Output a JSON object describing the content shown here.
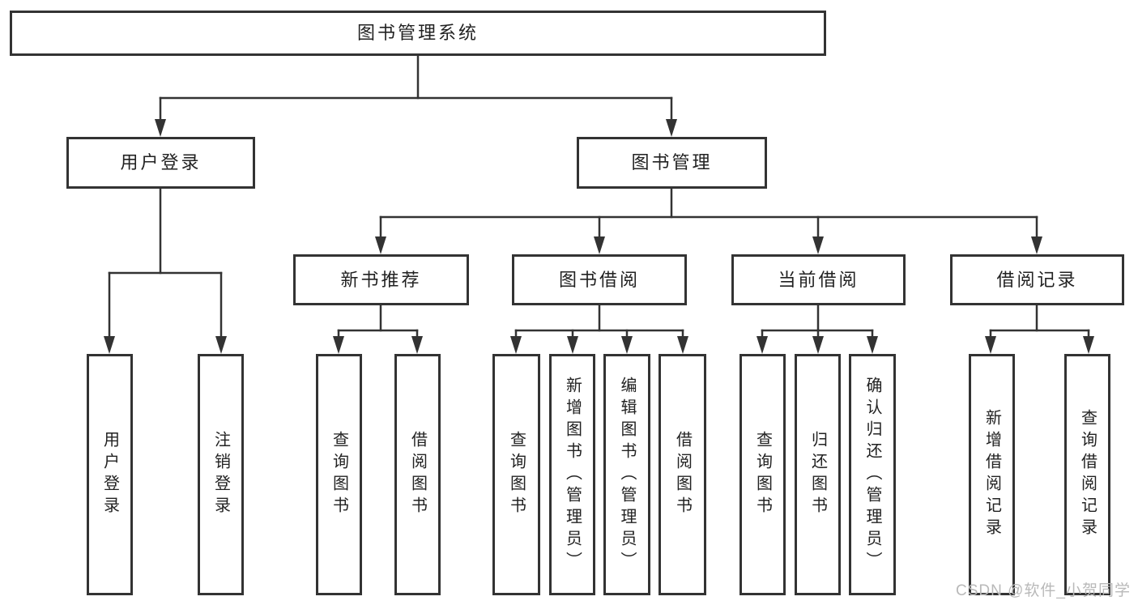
{
  "diagram_title": "图书管理系统",
  "tree": {
    "label": "图书管理系统",
    "children": [
      {
        "label": "用户登录",
        "children": [
          {
            "label": "用户登录"
          },
          {
            "label": "注销登录"
          }
        ]
      },
      {
        "label": "图书管理",
        "children": [
          {
            "label": "新书推荐",
            "children": [
              {
                "label": "查询图书"
              },
              {
                "label": "借阅图书"
              }
            ]
          },
          {
            "label": "图书借阅",
            "children": [
              {
                "label": "查询图书"
              },
              {
                "label": "新增图书（管理员）"
              },
              {
                "label": "编辑图书（管理员）"
              },
              {
                "label": "借阅图书"
              }
            ]
          },
          {
            "label": "当前借阅",
            "children": [
              {
                "label": "查询图书"
              },
              {
                "label": "归还图书"
              },
              {
                "label": "确认归还（管理员）"
              }
            ]
          },
          {
            "label": "借阅记录",
            "children": [
              {
                "label": "新增借阅记录"
              },
              {
                "label": "查询借阅记录"
              }
            ]
          }
        ]
      }
    ]
  },
  "watermark": {
    "text": "CSDN @软件_小贺同学"
  },
  "colors": {
    "line": "#333333",
    "box_border": "#333333",
    "box_fill": "#ffffff",
    "text": "#222222",
    "watermark_text": "#b9b9b9",
    "background": "#ffffff"
  }
}
